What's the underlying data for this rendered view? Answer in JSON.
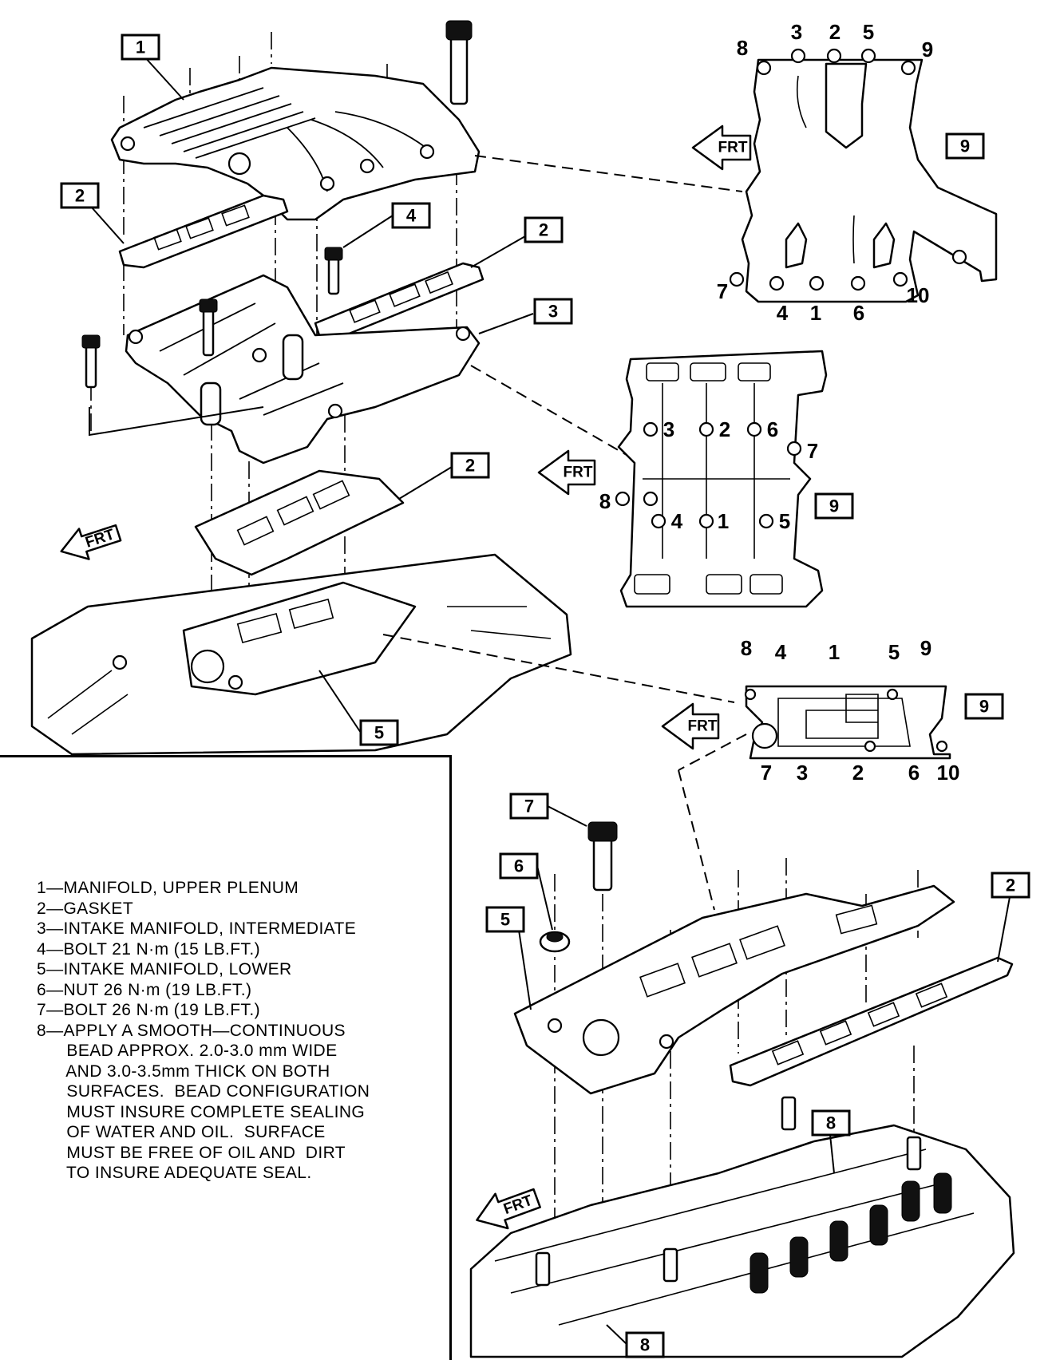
{
  "front_label": "FRT",
  "callouts": {
    "upper_plenum": "1",
    "gasket_upper": "2",
    "gasket_right": "2",
    "bolt_4": "4",
    "intermediate_3": "3",
    "gasket_lower": "2",
    "lower_manifold_5": "5",
    "plenum_seq_box": "9",
    "intermediate_seq_box": "9",
    "lower_seq_box": "9",
    "bolt_7": "7",
    "nut_6": "6",
    "lower_manifold_5b": "5",
    "gasket_head_2": "2",
    "sealant_8_top": "8",
    "sealant_8_bottom": "8"
  },
  "plenum_sequence": [
    "3",
    "2",
    "5",
    "8",
    "9",
    "7",
    "10",
    "4",
    "1",
    "6"
  ],
  "intermediate_sequence": [
    "3",
    "2",
    "6",
    "7",
    "8",
    "4",
    "1",
    "5"
  ],
  "lower_sequence": [
    "8",
    "4",
    "1",
    "5",
    "9",
    "7",
    "3",
    "2",
    "6",
    "10"
  ],
  "legend": [
    "1—MANIFOLD, UPPER PLENUM",
    "2—GASKET",
    "3—INTAKE MANIFOLD, INTERMEDIATE",
    "4—BOLT 21 N·m (15 LB.FT.)",
    "5—INTAKE MANIFOLD, LOWER",
    "6—NUT 26 N·m (19 LB.FT.)",
    "7—BOLT 26 N·m (19 LB.FT.)",
    "8—APPLY A SMOOTH—CONTINUOUS",
    "      BEAD APPROX. 2.0-3.0 mm WIDE",
    "      AND 3.0-3.5mm THICK ON BOTH",
    "      SURFACES.  BEAD CONFIGURATION",
    "      MUST INSURE COMPLETE SEALING",
    "      OF WATER AND OIL.  SURFACE",
    "      MUST BE FREE OF OIL AND  DIRT",
    "      TO INSURE ADEQUATE SEAL."
  ]
}
